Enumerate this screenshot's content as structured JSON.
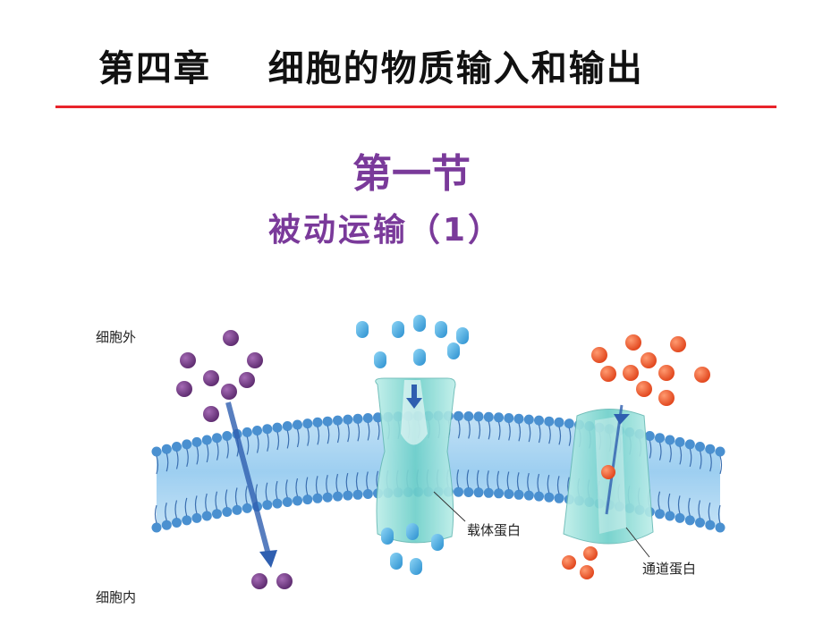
{
  "header": {
    "chapter_title": "第四章    细胞的物质输入和输出"
  },
  "section": {
    "title": "第一节",
    "subtitle": "被动运输（1）"
  },
  "figure": {
    "outside_label": "细胞外",
    "inside_label": "细胞内",
    "carrier_label": "载体蛋白",
    "channel_label": "通道蛋白",
    "colors": {
      "membrane": "#5aa9dc",
      "head": "#4a90d0",
      "purple_molecule": "#7b3f8c",
      "blue_molecule": "#3aa6e0",
      "orange_molecule": "#f05a2a",
      "protein": "#7fd4d0"
    }
  }
}
